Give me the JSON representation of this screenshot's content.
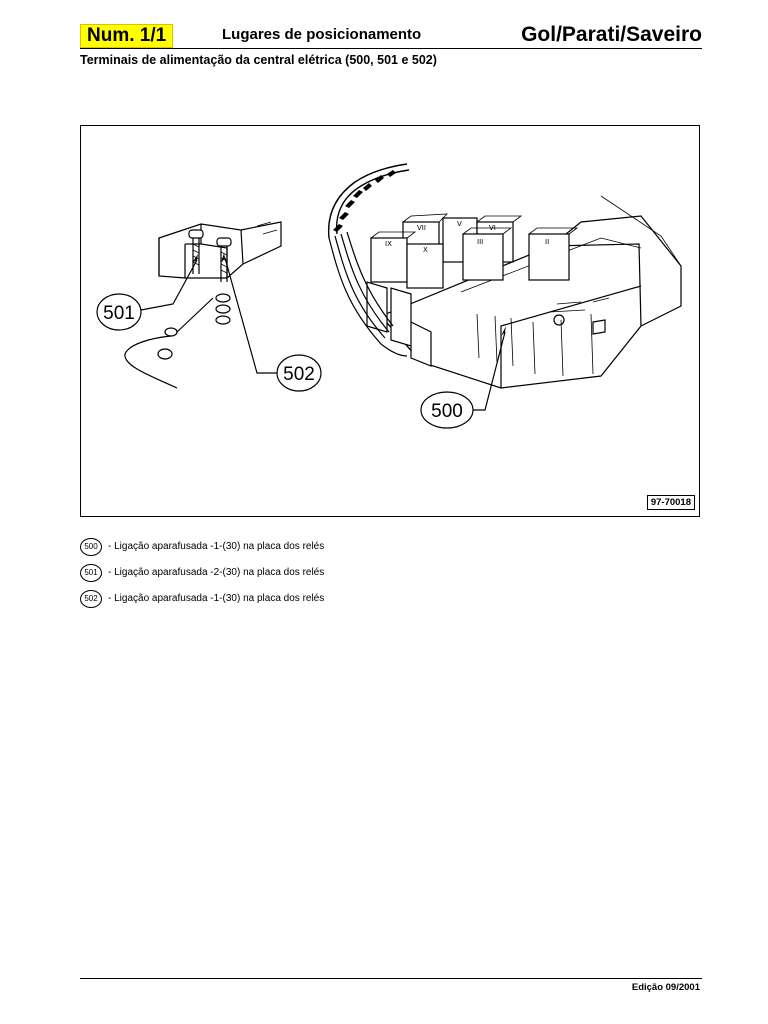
{
  "header": {
    "number": "Num. 1/1",
    "title": "Lugares de posicionamento",
    "vehicle": "Gol/Parati/Saveiro",
    "subtitle": "Terminais de alimentação da central elétrica (500, 501 e 502)"
  },
  "figure": {
    "code": "97-70018",
    "callouts": [
      "501",
      "502",
      "500"
    ],
    "relay_labels": [
      "VII",
      "V",
      "VI",
      "IX",
      "X",
      "III",
      "II"
    ]
  },
  "legend": [
    {
      "code": "500",
      "text": "- Ligação aparafusada -1-(30) na placa dos relés"
    },
    {
      "code": "501",
      "text": "- Ligação aparafusada -2-(30) na placa dos relés"
    },
    {
      "code": "502",
      "text": "- Ligação aparafusada -1-(30) na placa dos  relés"
    }
  ],
  "footer": {
    "edition": "Edição 09/2001"
  }
}
